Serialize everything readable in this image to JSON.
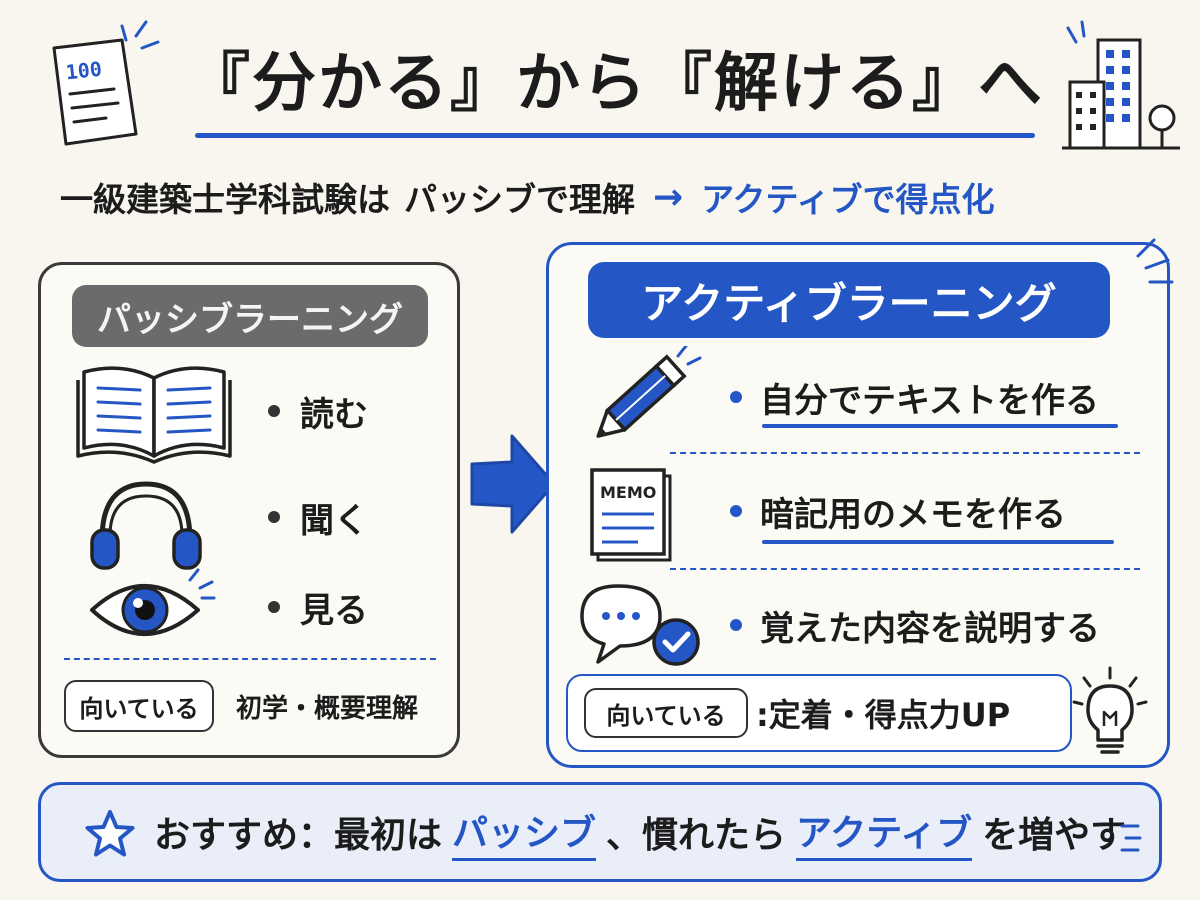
{
  "header": {
    "title": "『分かる』から『解ける』へ",
    "subtitle_prefix": "一級建築士学科試験は",
    "subtitle_passive": "パッシブで理解",
    "subtitle_arrow": "→",
    "subtitle_active": "アクティブで得点化"
  },
  "passive": {
    "label": "パッシブラーニング",
    "items": [
      {
        "icon": "open-book-icon",
        "text": "読む"
      },
      {
        "icon": "headphones-icon",
        "text": "聞く"
      },
      {
        "icon": "eye-icon",
        "text": "見る"
      }
    ],
    "suit_badge": "向いている",
    "suit_text": "初学・概要理解"
  },
  "active": {
    "label": "アクティブラーニング",
    "items": [
      {
        "icon": "pencil-icon",
        "text": "自分でテキストを作る"
      },
      {
        "icon": "memo-icon",
        "text": "暗記用のメモを作る",
        "icon_text": "MEMO"
      },
      {
        "icon": "speech-check-icon",
        "text": "覚えた内容を説明する"
      }
    ],
    "suit_badge": "向いている",
    "suit_text": ":定着・得点力UP"
  },
  "doc_icon_text": "100",
  "recommendation": {
    "prefix": "おすすめ：最初は",
    "passive": "パッシブ",
    "middle": "、慣れたら",
    "active": "アクティブ",
    "suffix": "を増やす"
  },
  "colors": {
    "accent": "#2457c5",
    "passive_label_bg": "#6b6b6b",
    "background": "#f8f6ef",
    "reco_bg": "#e9eef9"
  }
}
